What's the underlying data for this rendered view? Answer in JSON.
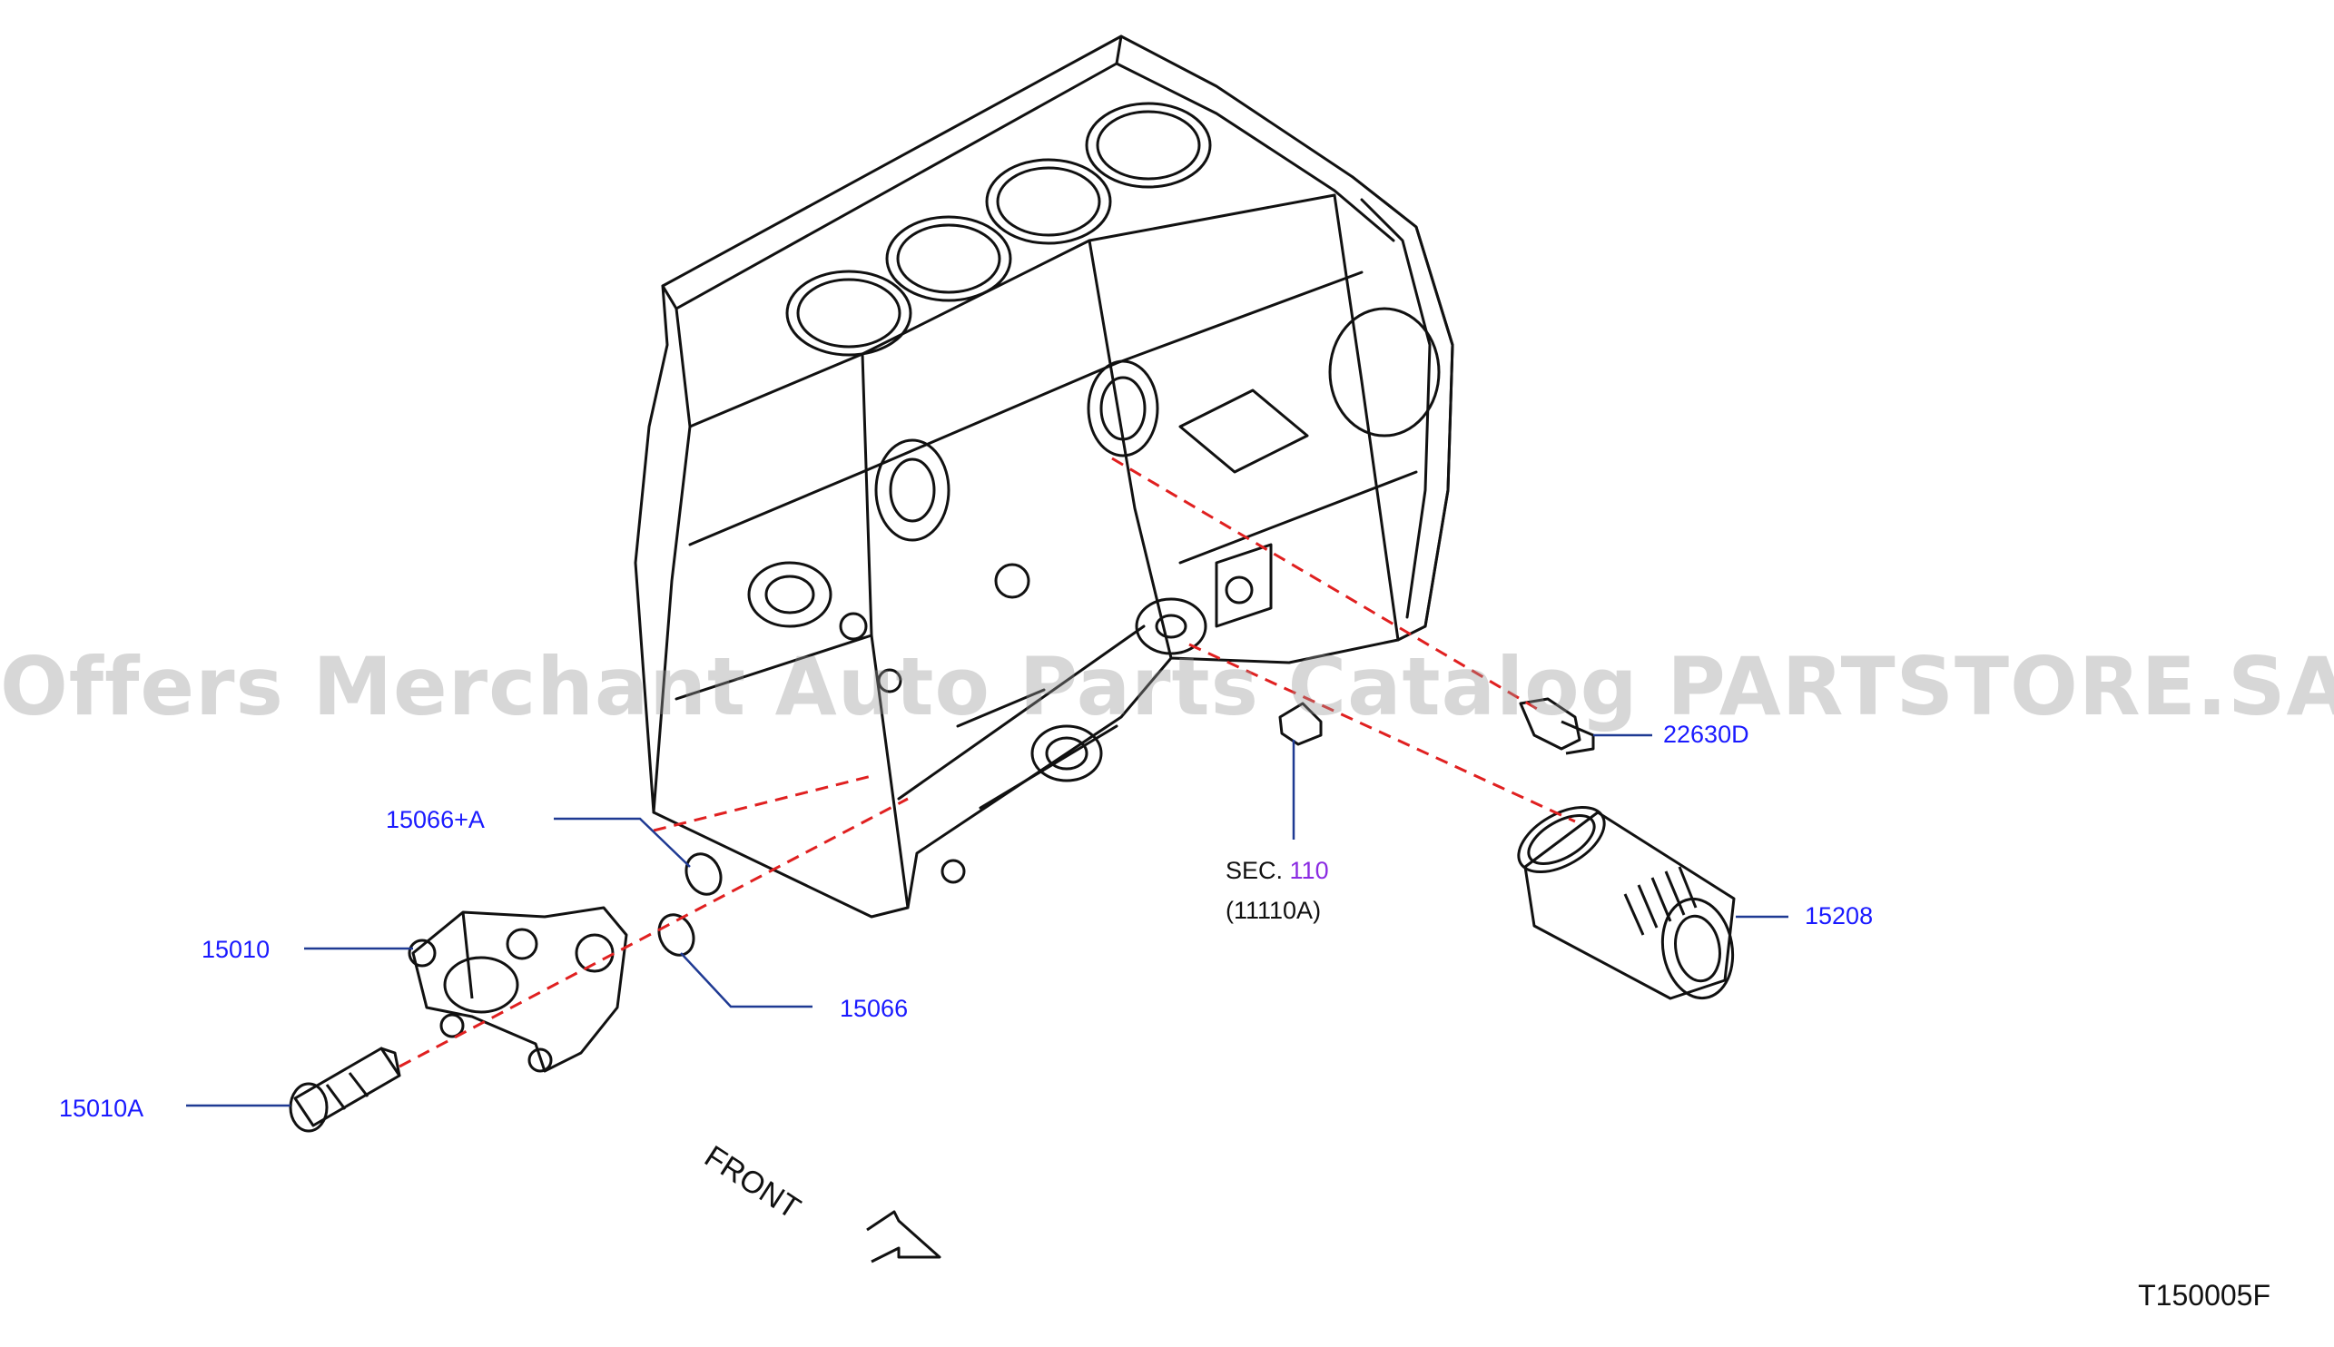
{
  "watermark": "Offers Merchant Auto Parts Catalog PARTSTORE.SA",
  "diagram_code": "T150005F",
  "front_label": "FRONT",
  "labels": {
    "p15066a": "15066+A",
    "p15010": "15010",
    "p15066": "15066",
    "p15010A": "15010A",
    "p22630D": "22630D",
    "p15208": "15208",
    "sec_prefix": "SEC.",
    "sec_number": "110",
    "sec_ref": "(11110A)"
  },
  "colors": {
    "part_label": "#1a1aff",
    "section_link": "#8a2be2",
    "leader_line": "#1f3a93",
    "assembly_line": "#e02020",
    "drawing": "#111111"
  }
}
